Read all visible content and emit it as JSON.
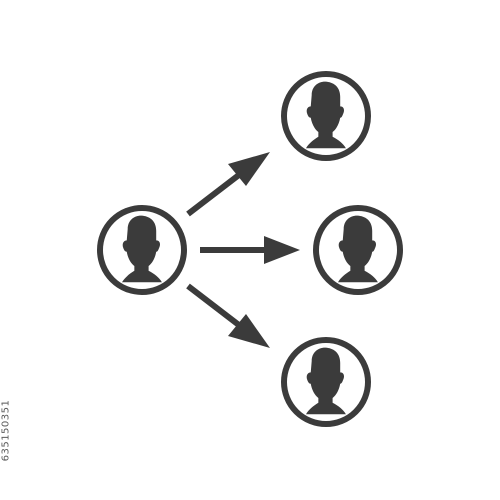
{
  "icon": {
    "name": "network-sharing-icon",
    "color": "#3b3b3b",
    "background": "#ffffff",
    "nodes": [
      "source-person-icon",
      "target-person-icon-top",
      "target-person-icon-middle",
      "target-person-icon-bottom"
    ],
    "connectors": [
      "arrow-up-right-icon",
      "arrow-right-icon",
      "arrow-down-right-icon"
    ]
  },
  "watermark": {
    "id_text": "635150351",
    "color": "#5a5a5a"
  }
}
